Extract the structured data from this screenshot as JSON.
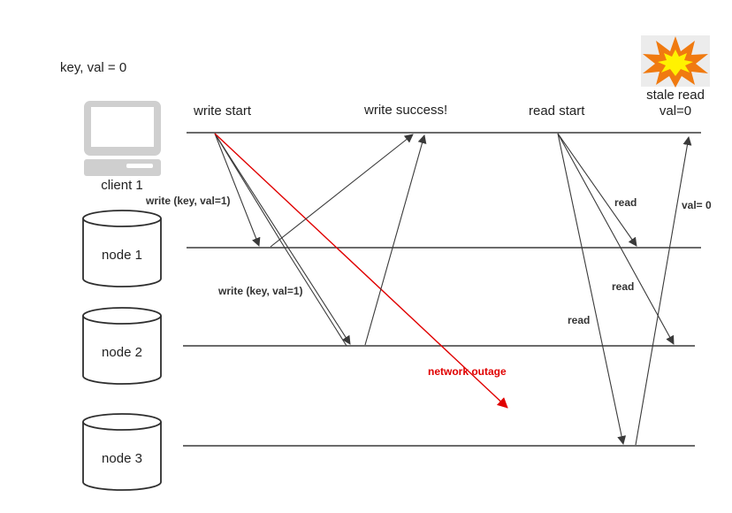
{
  "header": {
    "initial_state": "key, val = 0"
  },
  "events": {
    "write_start": "write start",
    "write_success": "write success!",
    "read_start": "read start",
    "stale_read": "stale read",
    "stale_read_value": "val=0"
  },
  "processes": {
    "client": "client 1",
    "nodes": [
      "node 1",
      "node 2",
      "node 3"
    ]
  },
  "messages": {
    "write_to_node1": "write (key, val=1)",
    "write_to_node2": "write (key, val=1)",
    "network_outage": "network outage",
    "read_to_node1": "read",
    "read_to_node2": "read",
    "read_to_node3": "read",
    "response_from_node3": "val= 0"
  },
  "colors": {
    "line": "#3a3a3a",
    "outage": "#e00000",
    "explosion_outer": "#f07a10",
    "explosion_inner": "#fff200",
    "monitor": "#cfcfcf"
  },
  "icons": {
    "client": "laptop-icon",
    "node": "database-cylinder-icon",
    "stale": "explosion-icon"
  }
}
